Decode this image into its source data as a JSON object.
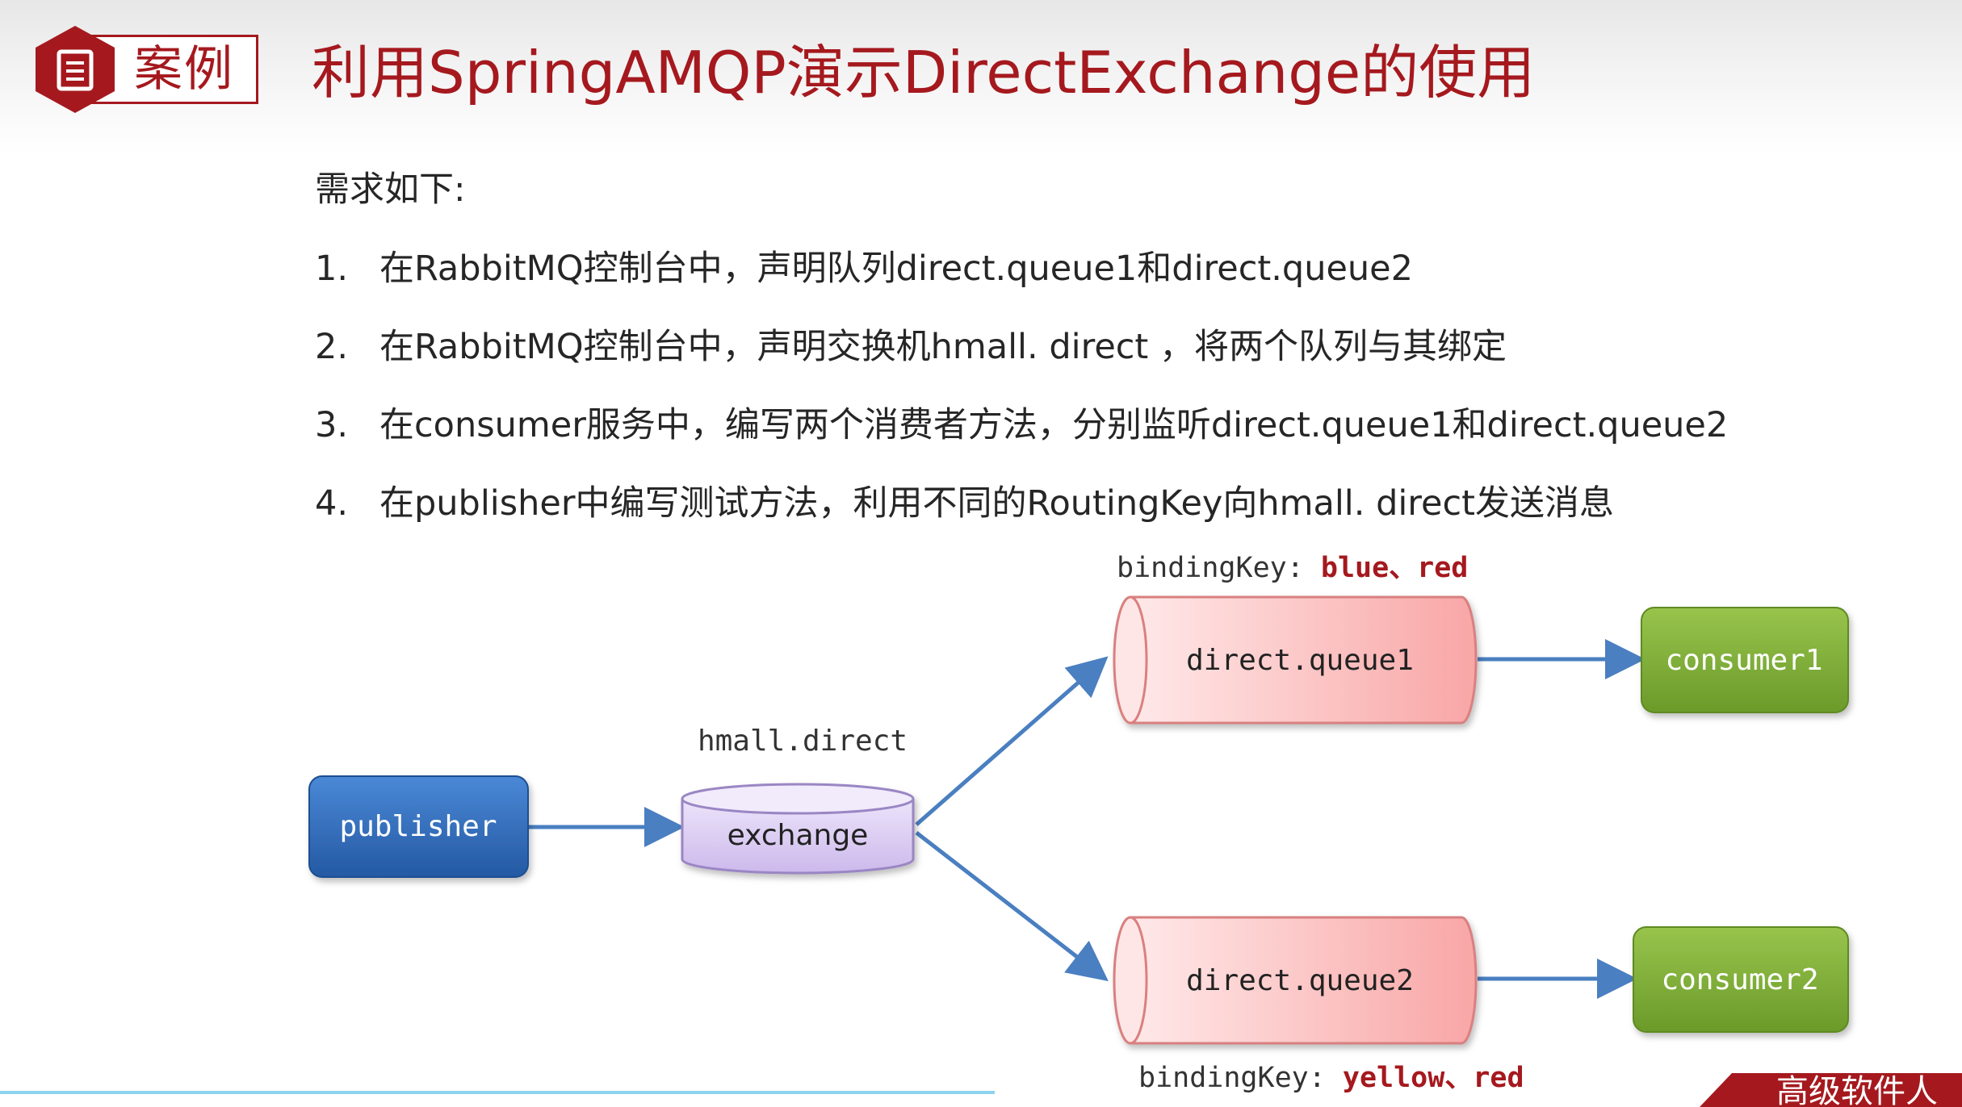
{
  "header": {
    "badge_label": "案例",
    "title": "利用SpringAMQP演示DirectExchange的使用"
  },
  "requirements": {
    "intro": "需求如下:",
    "items": [
      {
        "num": "1.",
        "text": "在RabbitMQ控制台中，声明队列direct.queue1和direct.queue2"
      },
      {
        "num": "2.",
        "text": "在RabbitMQ控制台中，声明交换机hmall. direct ，将两个队列与其绑定"
      },
      {
        "num": "3.",
        "text": "在consumer服务中，编写两个消费者方法，分别监听direct.queue1和direct.queue2"
      },
      {
        "num": "4.",
        "text": "在publisher中编写测试方法，利用不同的RoutingKey向hmall. direct发送消息"
      }
    ]
  },
  "diagram": {
    "publisher": "publisher",
    "exchange_name": "hmall.direct",
    "exchange_label": "exchange",
    "queue1": "direct.queue1",
    "queue2": "direct.queue2",
    "consumer1": "consumer1",
    "consumer2": "consumer2",
    "binding1_prefix": "bindingKey: ",
    "binding1_keys": "blue、red",
    "binding2_prefix": "bindingKey: ",
    "binding2_keys": "yellow、red"
  },
  "footer": {
    "brand": "高级软件人"
  },
  "colors": {
    "accent": "#a5191e",
    "publisher_blue": "#2f6db8",
    "consumer_green": "#7fae36",
    "queue_pink": "#f9b3b3",
    "exchange_lavender": "#d9c9f0",
    "arrow_blue": "#4a7fc1"
  }
}
